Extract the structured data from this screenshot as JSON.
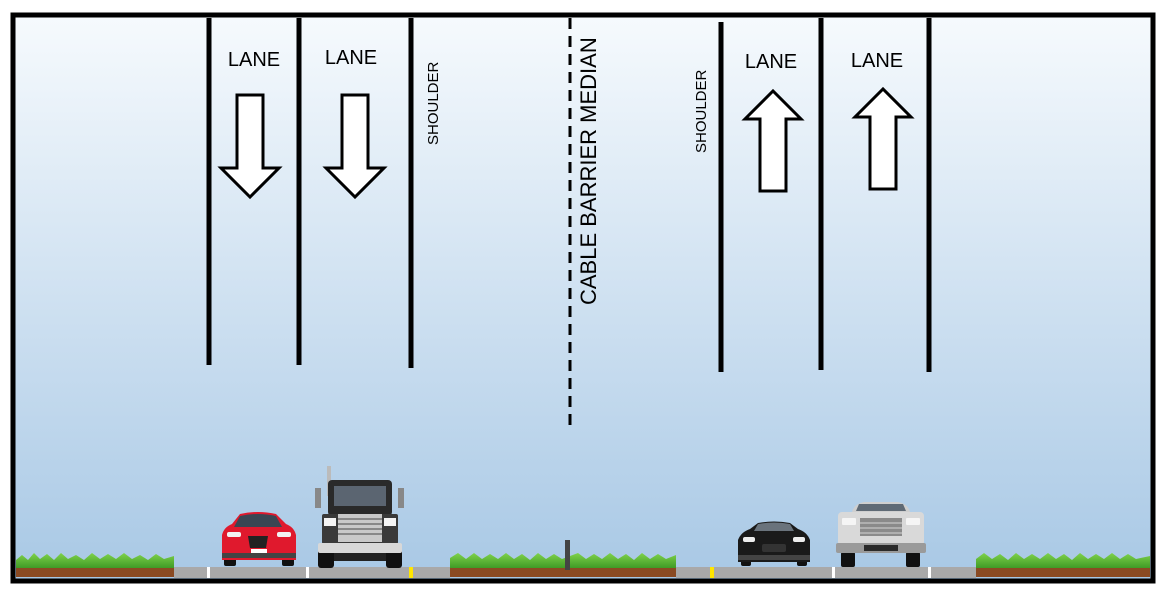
{
  "labels": {
    "lane_1": "LANE",
    "lane_2": "LANE",
    "shoulder_left": "SHOULDER",
    "median": "CABLE BARRIER MEDIAN",
    "shoulder_right": "SHOULDER",
    "lane_3": "LANE",
    "lane_4": "LANE"
  },
  "arrows": {
    "left_lanes_direction": "down",
    "right_lanes_direction": "up"
  },
  "vehicles": {
    "left_lane_1": "red-car",
    "left_lane_2": "semi-truck",
    "right_lane_1": "black-convertible",
    "right_lane_2": "pickup-truck"
  },
  "colors": {
    "sky_top": "#f4f9fc",
    "sky_bottom": "#a9c9e6",
    "grass": "#5fbf3a",
    "soil": "#8a4a22",
    "pavement": "#a9a9a9",
    "edge_line_yellow": "#ffe600",
    "lane_line_white": "#ffffff",
    "red_car": "#e0192d",
    "truck_cab": "#2a2a2a",
    "convertible": "#1a1a1a",
    "pickup": "#d9d9d9"
  }
}
